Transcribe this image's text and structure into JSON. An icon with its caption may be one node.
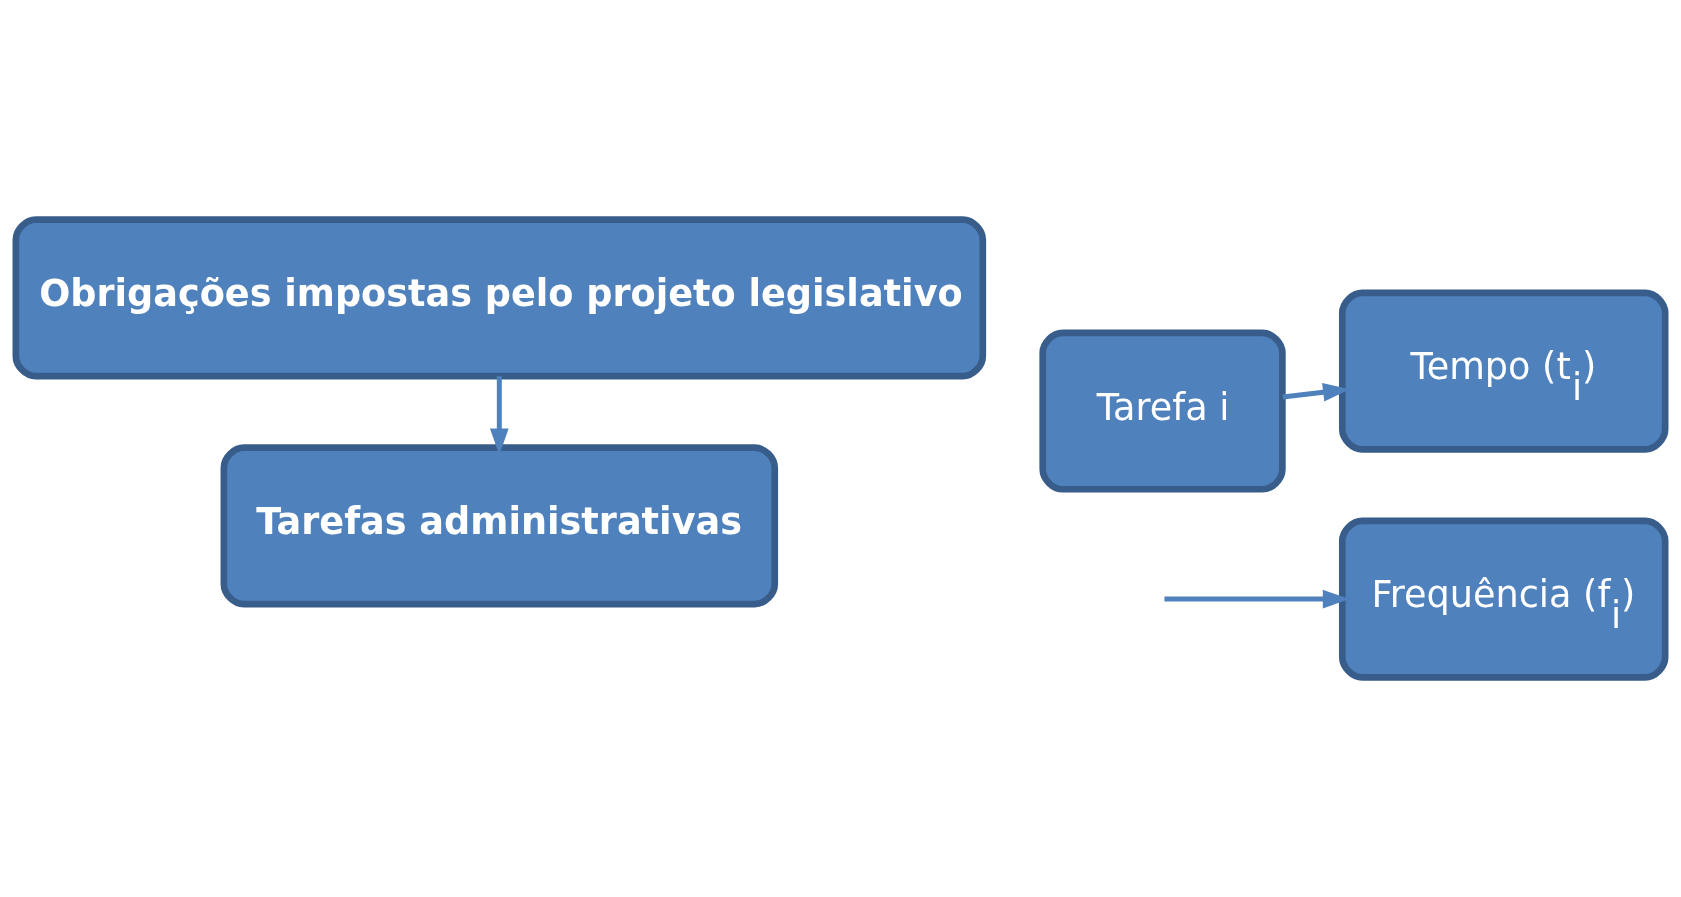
{
  "diagram": {
    "nodes": [
      {
        "text": [
          "Obrigações impostas pelo projeto legislativo"
        ]
      },
      {
        "text": [
          "Tarefas administrativas"
        ]
      },
      {
        "text": [
          "Tarefa i"
        ]
      },
      {
        "text": [
          "Tempo (t$_{i}$)"
        ]
      },
      {
        "text": [
          "Frequência (f$_{i}$)"
        ]
      }
    ],
    "edges": [
      {
        "from": 0,
        "to": 1,
        "arrow": "to"
      },
      {
        "from": 2,
        "to": 3,
        "arrow": "to"
      },
      {
        "from": null,
        "to": 4,
        "arrow": "to"
      }
    ]
  }
}
